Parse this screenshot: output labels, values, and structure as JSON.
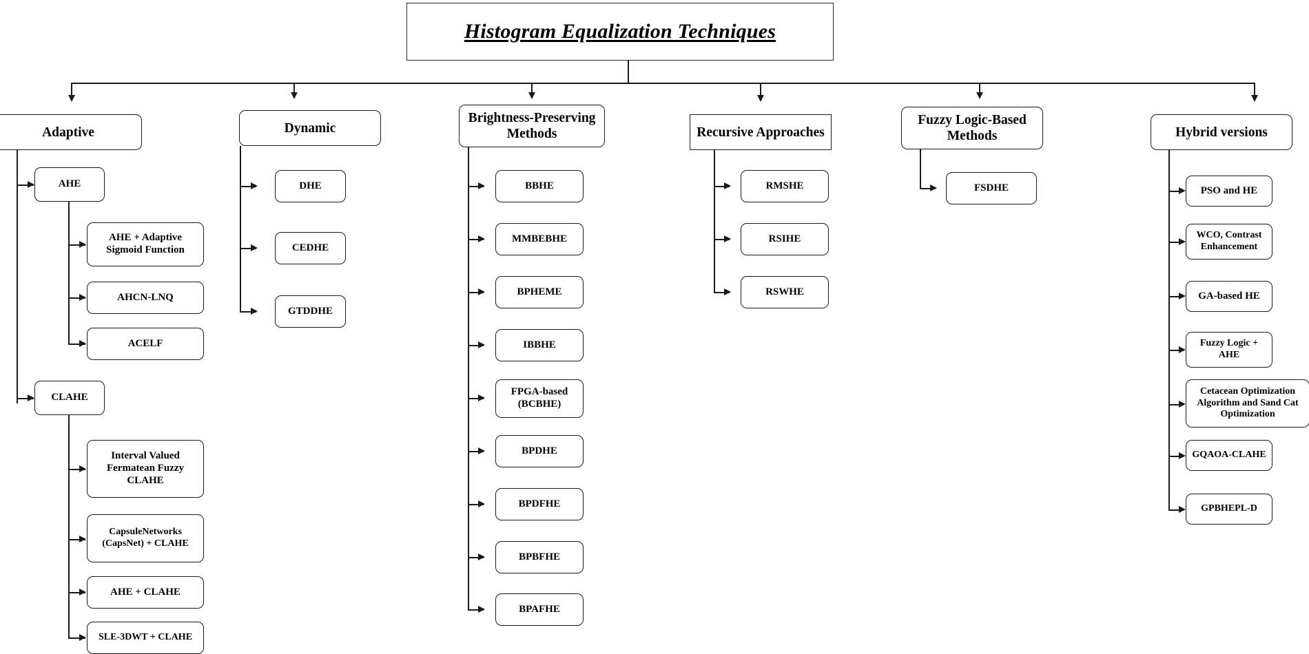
{
  "diagram": {
    "title": "Histogram Equalization Techniques",
    "root": {
      "label": "Histogram Equalization Techniques"
    },
    "branches": [
      {
        "id": "adaptive",
        "label": "Adaptive",
        "children": [
          {
            "label": "AHE",
            "children": [
              {
                "label": "AHE + Adaptive Sigmoid Function"
              },
              {
                "label": "AHCN-LNQ"
              },
              {
                "label": "ACELF"
              }
            ]
          },
          {
            "label": "CLAHE",
            "children": [
              {
                "label": "Interval Valued Fermatean Fuzzy CLAHE"
              },
              {
                "label": "CapsuleNetworks (CapsNet) + CLAHE"
              },
              {
                "label": "AHE + CLAHE"
              },
              {
                "label": "SLE-3DWT + CLAHE"
              }
            ]
          }
        ]
      },
      {
        "id": "dynamic",
        "label": "Dynamic",
        "children": [
          {
            "label": "DHE"
          },
          {
            "label": "CEDHE"
          },
          {
            "label": "GTDDHE"
          }
        ]
      },
      {
        "id": "brightness-preserving",
        "label": "Brightness-Preserving Methods",
        "children": [
          {
            "label": "BBHE"
          },
          {
            "label": "MMBEBHE"
          },
          {
            "label": "BPHEME"
          },
          {
            "label": "IBBHE"
          },
          {
            "label": "FPGA-based (BCBHE)"
          },
          {
            "label": "BPDHE"
          },
          {
            "label": "BPDFHE"
          },
          {
            "label": "BPBFHE"
          },
          {
            "label": "BPAFHE"
          }
        ]
      },
      {
        "id": "recursive",
        "label": "Recursive Approaches",
        "children": [
          {
            "label": "RMSHE"
          },
          {
            "label": "RSIHE"
          },
          {
            "label": "RSWHE"
          }
        ]
      },
      {
        "id": "fuzzy-logic",
        "label": "Fuzzy Logic-Based Methods",
        "children": [
          {
            "label": "FSDHE"
          }
        ]
      },
      {
        "id": "hybrid",
        "label": "Hybrid versions",
        "children": [
          {
            "label": "PSO and HE"
          },
          {
            "label": "WCO, Contrast Enhancement"
          },
          {
            "label": "GA-based HE"
          },
          {
            "label": "Fuzzy Logic + AHE"
          },
          {
            "label": "Cetacean Optimization Algorithm and Sand Cat Optimization"
          },
          {
            "label": "GQAOA-CLAHE"
          },
          {
            "label": "GPBHEPL-D"
          }
        ]
      }
    ],
    "colors": {
      "line": "#1a1a1a",
      "border": "#1a1a1a",
      "background": "#ffffff"
    }
  }
}
